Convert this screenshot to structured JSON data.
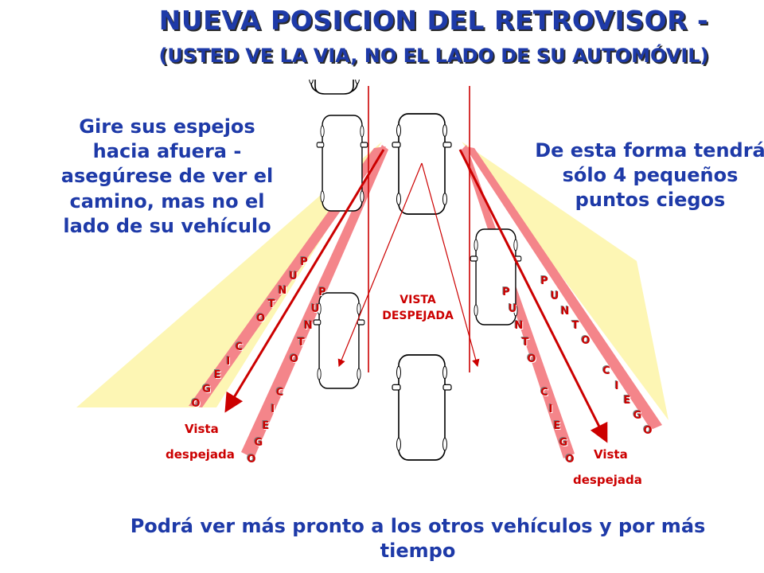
{
  "title": {
    "line1": "NUEVA POSICION DEL RETROVISOR -",
    "line2": "(USTED VE LA VIA, NO EL LADO DE SU AUTOMÓVIL)"
  },
  "left_note": "Gire sus espejos hacia afuera - asegúrese de ver el camino, mas no el lado de su vehículo",
  "right_note": "De esta forma tendrá sólo 4 pequeños puntos ciegos",
  "bottom_note": "Podrá ver más pronto a los otros vehículos y por más tiempo",
  "center_label": {
    "line1": "VISTA",
    "line2": "DESPEJADA"
  },
  "left_clear_view": {
    "line1": "Vista",
    "line2": "despejada"
  },
  "right_clear_view": {
    "line1": "Vista",
    "line2": "despejada"
  },
  "blind_spot_labels": [
    "PUNTO CIEGO",
    "PUNTO CIEGO",
    "PUNTO CIEGO",
    "PUNTO CIEGO"
  ],
  "colors": {
    "title_blue": "#1e3aa8",
    "label_red": "#cc0000",
    "field_yellow": "#fdf6b4",
    "blind_spot_pink": "#f4858a"
  }
}
